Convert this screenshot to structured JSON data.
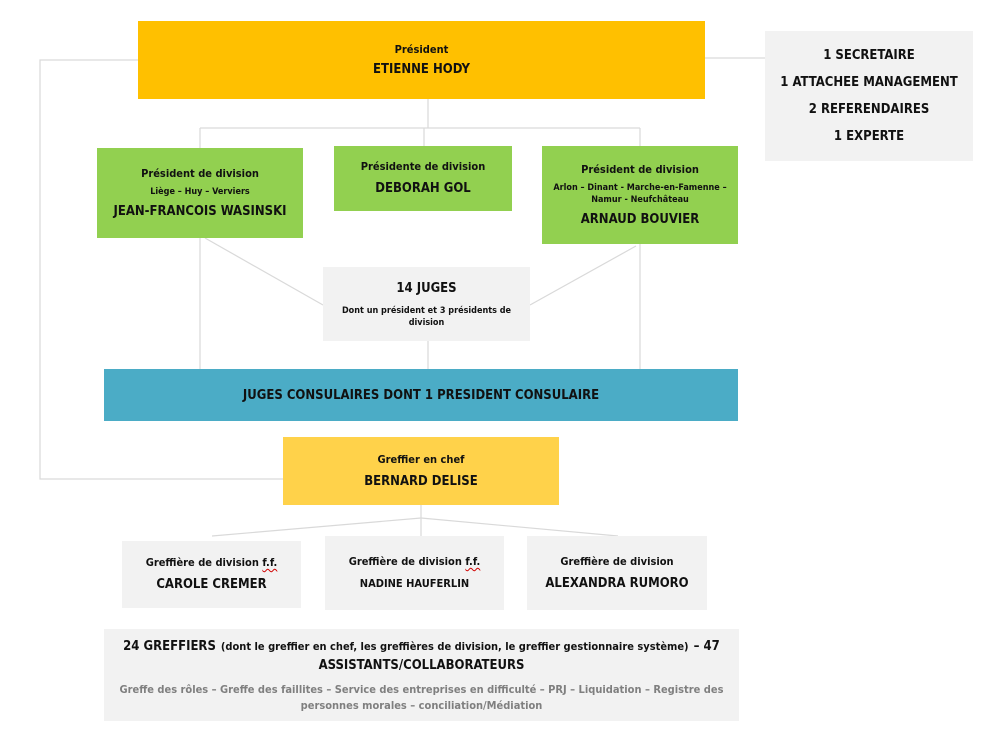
{
  "president": {
    "role": "Président",
    "name": "ETIENNE HODY"
  },
  "staff": [
    "1 SECRETAIRE",
    "1 ATTACHEE MANAGEMENT",
    "2 REFERENDAIRES",
    "1 EXPERTE"
  ],
  "division_presidents": [
    {
      "role": "Président de division",
      "region": "Liège – Huy – Verviers",
      "name": "JEAN-FRANCOIS WASINSKI"
    },
    {
      "role": "Présidente de division",
      "region": "",
      "name": "DEBORAH GOL"
    },
    {
      "role": "Président de division",
      "region": "Arlon – Dinant - Marche-en-Famenne – Namur - Neufchâteau",
      "name": "ARNAUD BOUVIER"
    }
  ],
  "judges": {
    "title": "14 JUGES",
    "note": "Dont un président et 3 présidents de division"
  },
  "consular": {
    "label": "JUGES CONSULAIRES DONT 1 PRESIDENT CONSULAIRE"
  },
  "chief_clerk": {
    "role": "Greffier en chef",
    "name": "BERNARD DELISE"
  },
  "division_clerks": [
    {
      "role": "Greffière de division",
      "suffix": "f.f.",
      "name": "CAROLE CREMER"
    },
    {
      "role": "Greffière de division",
      "suffix": "f.f.",
      "name": "NADINE HAUFERLIN"
    },
    {
      "role": "Greffière de division",
      "suffix": "",
      "name": "ALEXANDRA RUMORO"
    }
  ],
  "registry": {
    "count": "24 GREFFIERS",
    "detail": "(dont le greffier en chef, les greffières de division, le greffier gestionnaire système)",
    "assistants": "– 47 ASSISTANTS/COLLABORATEURS",
    "services": "Greffe des rôles – Greffe des faillites – Service des entreprises en difficulté – PRJ – Liquidation – Registre des personnes morales – conciliation/Médiation"
  },
  "colors": {
    "president": "#ffc000",
    "division": "#92d050",
    "neutral": "#f2f2f2",
    "consular": "#4bacc6",
    "clerk": "#ffd24a",
    "connector": "#d9d9d9"
  }
}
